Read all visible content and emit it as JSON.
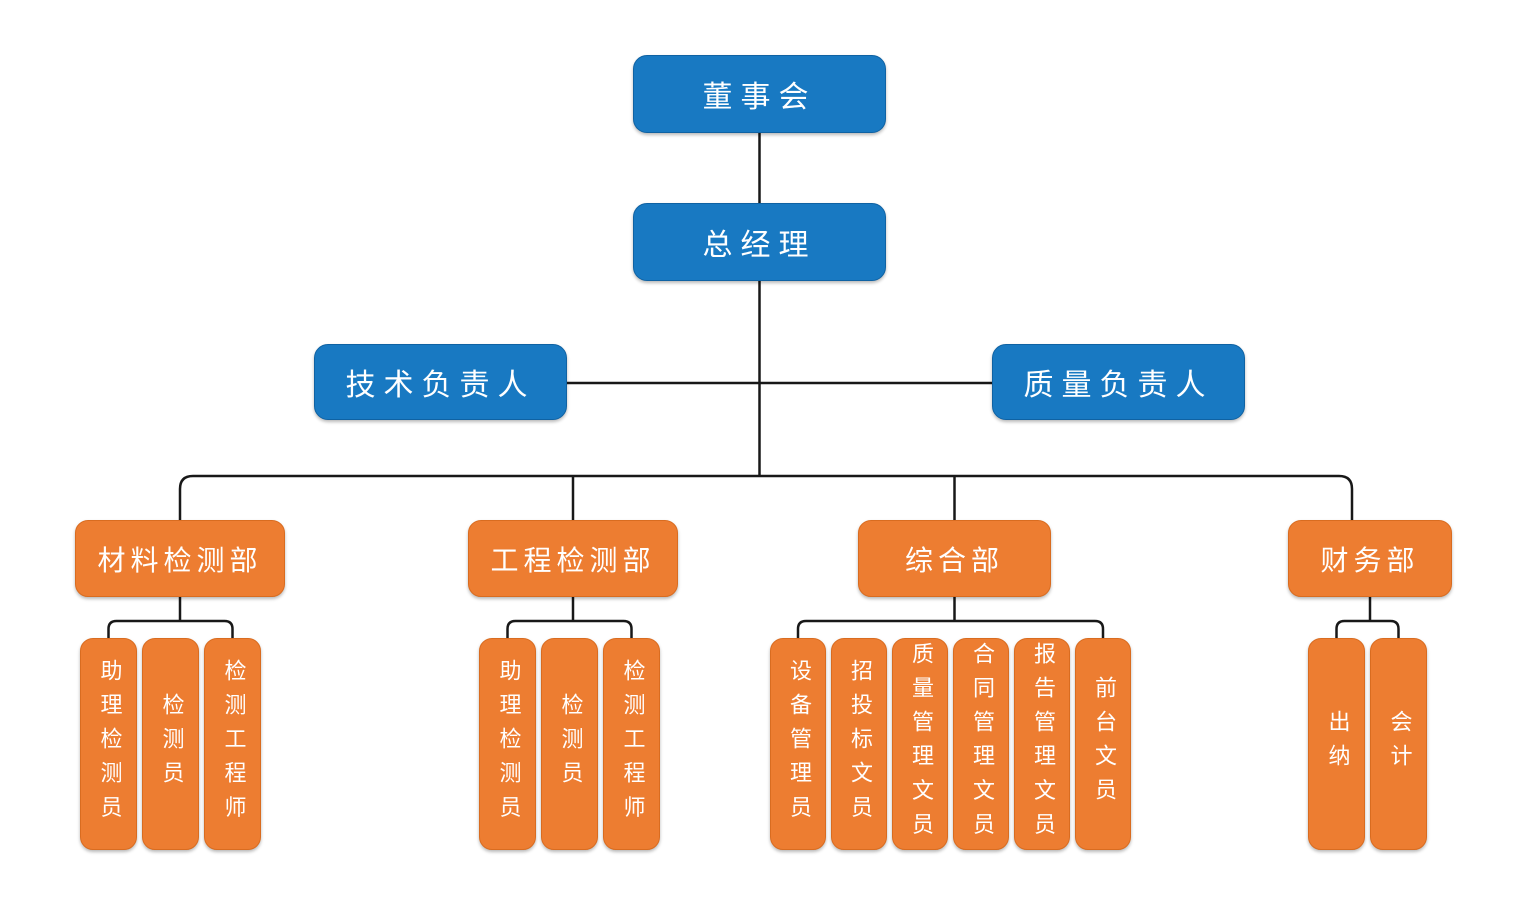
{
  "colors": {
    "node_blue": "#1879C2",
    "node_orange": "#ED7D31",
    "connector": "#181818",
    "text": "#ffffff",
    "background": "#ffffff"
  },
  "nodes": {
    "board": "董事会",
    "general_manager": "总经理",
    "technical_lead": "技术负责人",
    "quality_lead": "质量负责人"
  },
  "departments": [
    {
      "label": "材料检测部",
      "roles": [
        "助理检测员",
        "检测员",
        "检测工程师"
      ]
    },
    {
      "label": "工程检测部",
      "roles": [
        "助理检测员",
        "检测员",
        "检测工程师"
      ]
    },
    {
      "label": "综合部",
      "roles": [
        "设备管理员",
        "招投标文员",
        "质量管理文员",
        "合同管理文员",
        "报告管理文员",
        "前台文员"
      ]
    },
    {
      "label": "财务部",
      "roles": [
        "出纳",
        "会计"
      ]
    }
  ]
}
